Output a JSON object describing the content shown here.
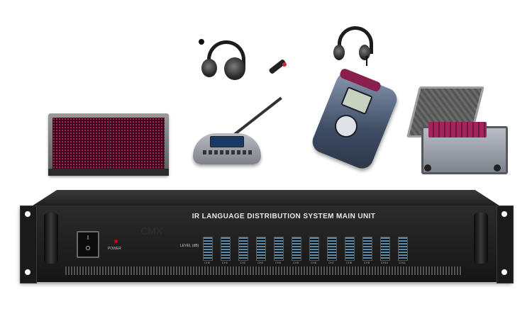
{
  "main_unit": {
    "title": "IR LANGUAGE DISTRIBUTION SYSTEM MAIN UNIT",
    "power_label": "POWER",
    "level_label": "LEVEL (dB)",
    "switch_marks": [
      "I",
      "O"
    ],
    "channel_labels": [
      "CH0",
      "CH1",
      "CH2",
      "CH3",
      "CH4",
      "CH5",
      "CH6",
      "CH7",
      "CH8",
      "CH9",
      "CH10",
      "CH11"
    ]
  },
  "watermark": "CMX",
  "colors": {
    "radiator_leds": "#b0205a",
    "receiver_accent": "#8a1f4e",
    "meter_leds": "#5a8fb0",
    "power_led": "#d40000"
  }
}
